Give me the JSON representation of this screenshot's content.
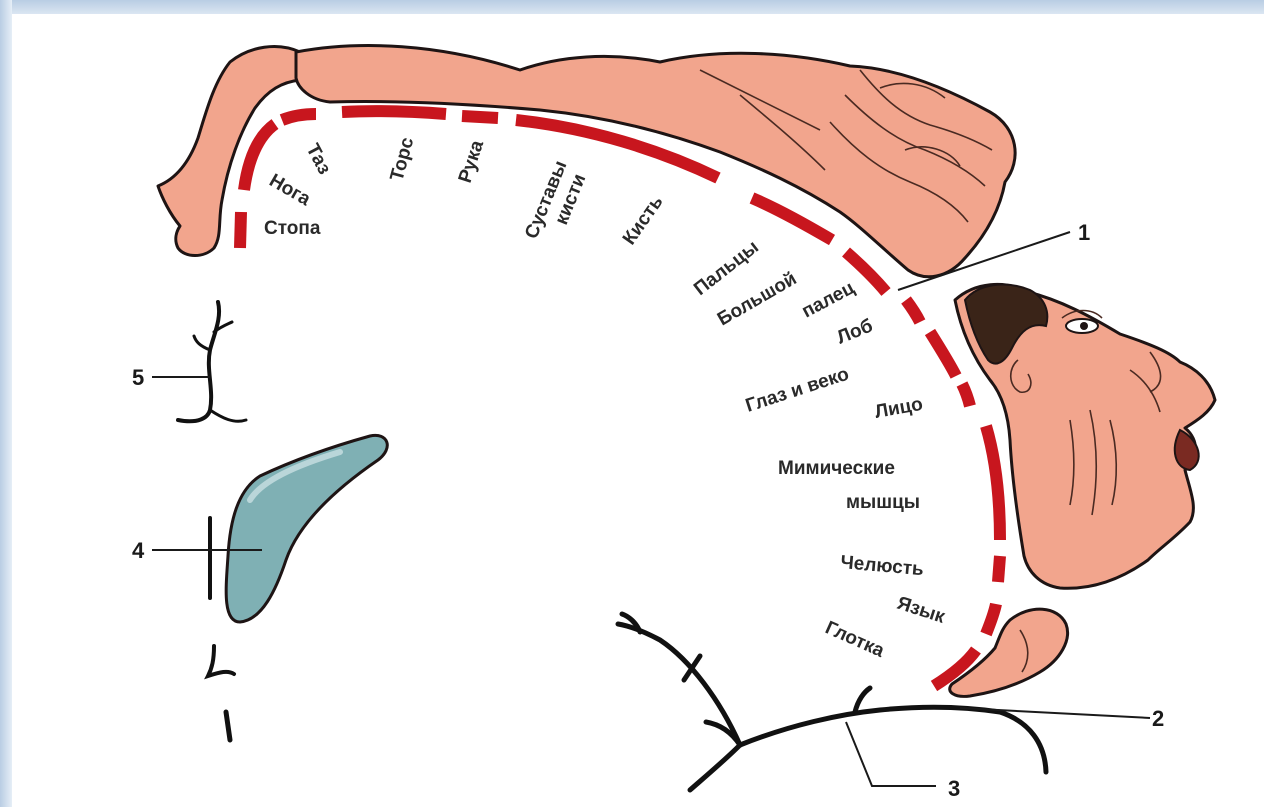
{
  "labels": {
    "pelvis": "Таз",
    "leg": "Нога",
    "foot": "Стопа",
    "torso": "Торс",
    "arm": "Рука",
    "wrist_line1": "Суставы",
    "wrist_line2": "кисти",
    "hand": "Кисть",
    "fingers": "Пальцы",
    "thumb_line1": "Большой",
    "thumb_line2": "палец",
    "forehead": "Лоб",
    "eye_eyelid": "Глаз и веко",
    "face": "Лицо",
    "mimic_line1": "Мимические",
    "mimic_line2": "мышцы",
    "jaw": "Челюсть",
    "tongue": "Язык",
    "pharynx": "Глотка"
  },
  "callouts": {
    "n1": "1",
    "n2": "2",
    "n3": "3",
    "n4": "4",
    "n5": "5"
  },
  "colors": {
    "body": "#f2a58d",
    "dashes": "#c8161e",
    "ventricle": "#7fb0b4",
    "frame": "#b9cde3"
  }
}
